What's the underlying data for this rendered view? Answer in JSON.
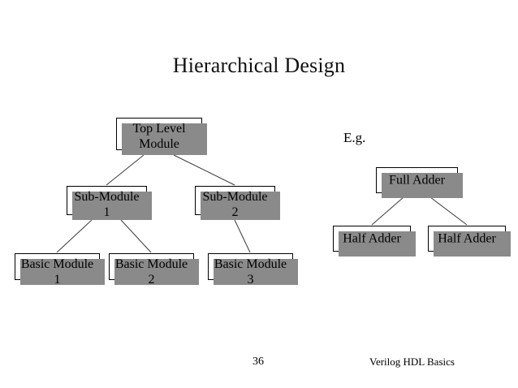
{
  "slide": {
    "title": "Hierarchical Design",
    "background_color": "#ffffff",
    "box_fill_color": "#ffffff",
    "box_border_color": "#000000",
    "box_shadow_color": "#8a8a8a",
    "connector_color": "#3b3b3b"
  },
  "hierarchy": {
    "top": {
      "line1": "Top Level",
      "line2": "Module"
    },
    "sub_modules": [
      {
        "line1": "Sub-Module",
        "line2": "1"
      },
      {
        "line1": "Sub-Module",
        "line2": "2"
      }
    ],
    "basic_modules": [
      {
        "line1": "Basic Module",
        "line2": "1"
      },
      {
        "line1": "Basic Module",
        "line2": "2"
      },
      {
        "line1": "Basic Module",
        "line2": "3"
      }
    ]
  },
  "example": {
    "label": "E.g.",
    "full_adder": "Full Adder",
    "half_adders": [
      "Half Adder",
      "Half Adder"
    ]
  },
  "footer": {
    "page_number": "36",
    "note": "Verilog HDL Basics"
  }
}
